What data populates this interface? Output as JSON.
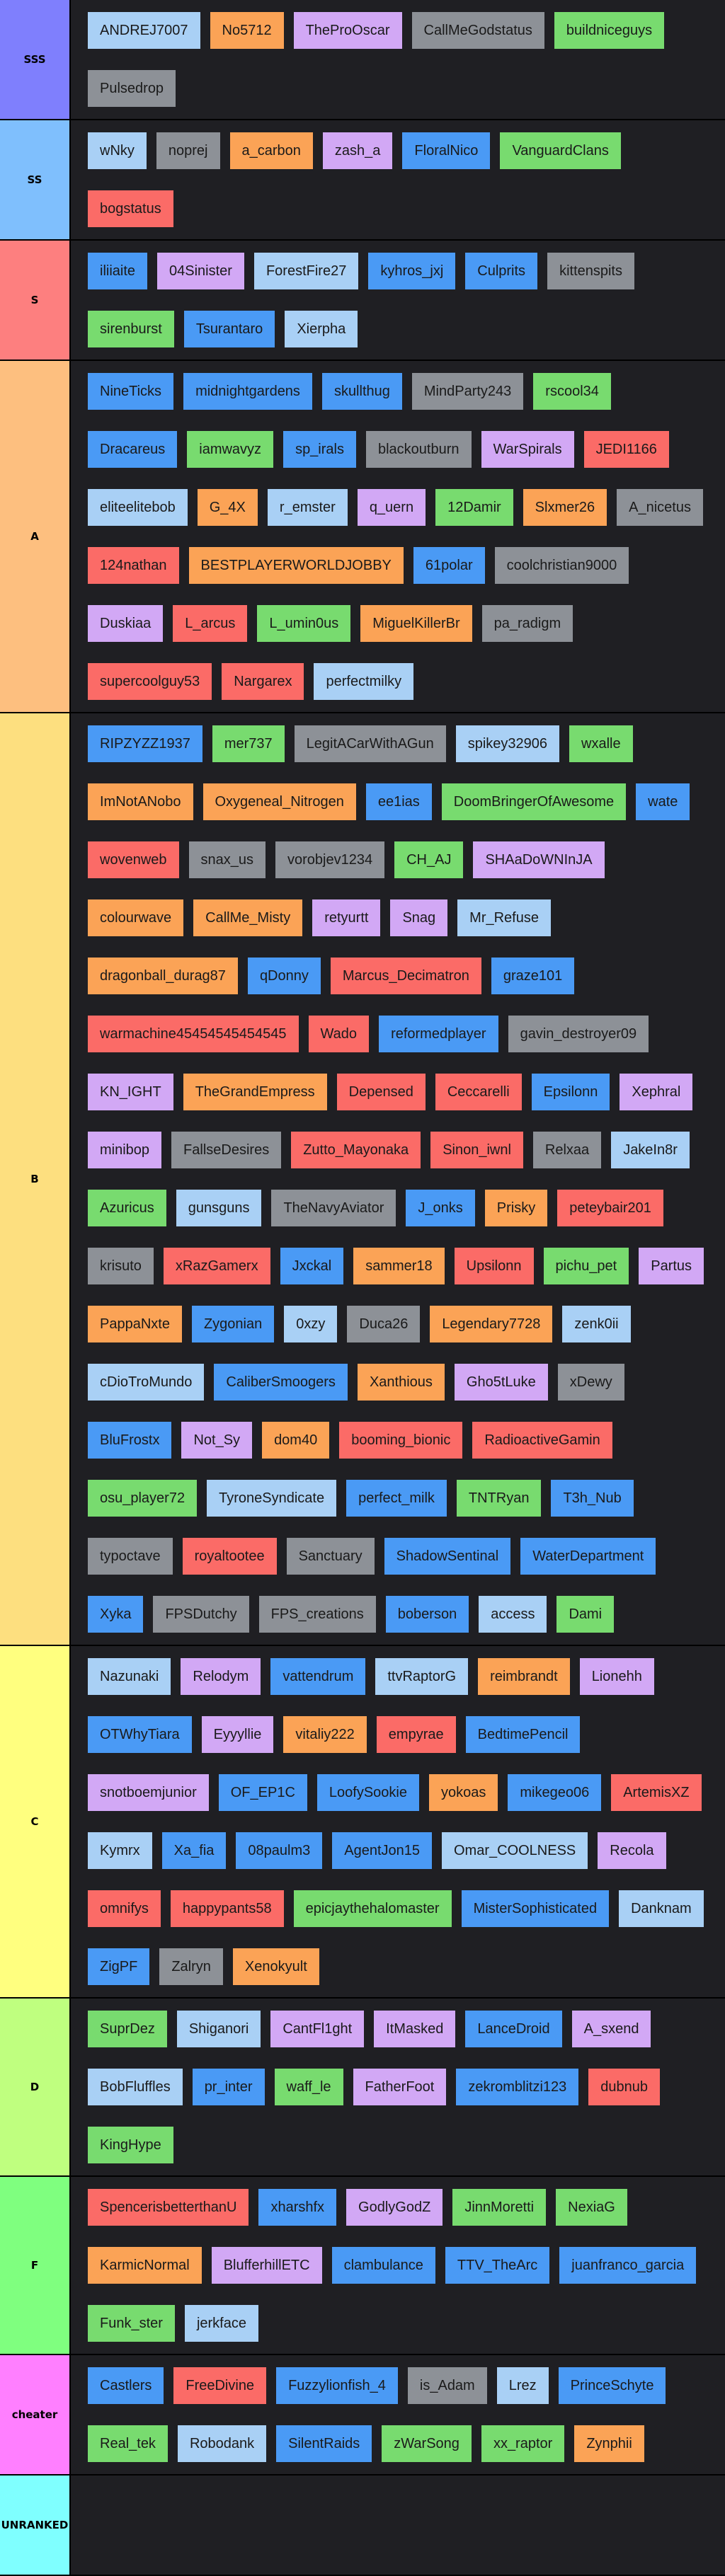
{
  "colors": {
    "blue": "#4a9af5",
    "lightblue": "#a9d0f5",
    "orange": "#fba356",
    "purple": "#d2a8f5",
    "gray": "#8d9197",
    "green": "#78db6f",
    "red": "#fb6b67"
  },
  "tiers": [
    {
      "label": "SSS",
      "color": "#7f7ffd",
      "items": [
        {
          "text": "ANDREJ7007",
          "color": "lightblue"
        },
        {
          "text": "No5712",
          "color": "orange"
        },
        {
          "text": "TheProOscar",
          "color": "purple"
        },
        {
          "text": "CallMeGodstatus",
          "color": "gray"
        },
        {
          "text": "buildniceguys",
          "color": "green"
        },
        {
          "text": "Pulsedrop",
          "color": "gray"
        }
      ]
    },
    {
      "label": "SS",
      "color": "#7fbffd",
      "items": [
        {
          "text": "wNky",
          "color": "lightblue"
        },
        {
          "text": "noprej",
          "color": "gray"
        },
        {
          "text": "a_carbon",
          "color": "orange"
        },
        {
          "text": "zash_a",
          "color": "purple"
        },
        {
          "text": "FloralNico",
          "color": "blue"
        },
        {
          "text": "VanguardClans",
          "color": "green"
        },
        {
          "text": "bogstatus",
          "color": "red"
        }
      ]
    },
    {
      "label": "S",
      "color": "#fd7f7f",
      "items": [
        {
          "text": "iliiaite",
          "color": "blue"
        },
        {
          "text": "04Sinister",
          "color": "purple"
        },
        {
          "text": "ForestFire27",
          "color": "lightblue"
        },
        {
          "text": "kyhros_jxj",
          "color": "blue"
        },
        {
          "text": "Culprits",
          "color": "blue"
        },
        {
          "text": "kittenspits",
          "color": "gray"
        },
        {
          "text": "sirenburst",
          "color": "green"
        },
        {
          "text": "Tsurantaro",
          "color": "blue"
        },
        {
          "text": "Xierpha",
          "color": "lightblue"
        }
      ]
    },
    {
      "label": "A",
      "color": "#fdbf7f",
      "items": [
        {
          "text": "NineTicks",
          "color": "blue"
        },
        {
          "text": "midnightgardens",
          "color": "blue"
        },
        {
          "text": "skullthug",
          "color": "blue"
        },
        {
          "text": "MindParty243",
          "color": "gray"
        },
        {
          "text": "rscool34",
          "color": "green"
        },
        {
          "text": "Dracareus",
          "color": "blue"
        },
        {
          "text": "iamwavyz",
          "color": "green"
        },
        {
          "text": "sp_irals",
          "color": "blue"
        },
        {
          "text": "blackoutburn",
          "color": "gray"
        },
        {
          "text": "WarSpirals",
          "color": "purple"
        },
        {
          "text": "JEDI1166",
          "color": "red"
        },
        {
          "text": "eliteelitebob",
          "color": "lightblue"
        },
        {
          "text": "G_4X",
          "color": "orange"
        },
        {
          "text": "r_emster",
          "color": "lightblue"
        },
        {
          "text": "q_uern",
          "color": "purple"
        },
        {
          "text": "12Damir",
          "color": "green"
        },
        {
          "text": "Slxmer26",
          "color": "orange"
        },
        {
          "text": "A_nicetus",
          "color": "gray"
        },
        {
          "text": "124nathan",
          "color": "red"
        },
        {
          "text": "BESTPLAYERWORLDJOBBY",
          "color": "orange"
        },
        {
          "text": "61polar",
          "color": "blue"
        },
        {
          "text": "coolchristian9000",
          "color": "gray"
        },
        {
          "text": "Duskiaa",
          "color": "purple"
        },
        {
          "text": "L_arcus",
          "color": "red"
        },
        {
          "text": "L_umin0us",
          "color": "green"
        },
        {
          "text": "MiguelKillerBr",
          "color": "orange"
        },
        {
          "text": "pa_radigm",
          "color": "gray"
        },
        {
          "text": "supercoolguy53",
          "color": "red"
        },
        {
          "text": "Nargarex",
          "color": "red"
        },
        {
          "text": "perfectmilky",
          "color": "lightblue"
        }
      ]
    },
    {
      "label": "B",
      "color": "#fddf7f",
      "items": [
        {
          "text": "RIPZYZZ1937",
          "color": "blue"
        },
        {
          "text": "mer737",
          "color": "green"
        },
        {
          "text": "LegitACarWithAGun",
          "color": "gray"
        },
        {
          "text": "spikey32906",
          "color": "lightblue"
        },
        {
          "text": "wxalle",
          "color": "green"
        },
        {
          "text": "ImNotANobo",
          "color": "orange"
        },
        {
          "text": "Oxygeneal_Nitrogen",
          "color": "orange"
        },
        {
          "text": "ee1ias",
          "color": "blue"
        },
        {
          "text": "DoomBringerOfAwesome",
          "color": "green"
        },
        {
          "text": "wate",
          "color": "blue"
        },
        {
          "text": "wovenweb",
          "color": "red"
        },
        {
          "text": "snax_us",
          "color": "gray"
        },
        {
          "text": "vorobjev1234",
          "color": "gray"
        },
        {
          "text": "CH_AJ",
          "color": "green"
        },
        {
          "text": "SHAaDoWNInJA",
          "color": "purple"
        },
        {
          "text": "colourwave",
          "color": "orange"
        },
        {
          "text": "CallMe_Misty",
          "color": "orange"
        },
        {
          "text": "retyurtt",
          "color": "purple"
        },
        {
          "text": "Snag",
          "color": "purple"
        },
        {
          "text": "Mr_Refuse",
          "color": "lightblue"
        },
        {
          "text": "dragonball_durag87",
          "color": "orange"
        },
        {
          "text": "qDonny",
          "color": "blue"
        },
        {
          "text": "Marcus_Decimatron",
          "color": "red"
        },
        {
          "text": "graze101",
          "color": "blue"
        },
        {
          "text": "warmachine45454545454545",
          "color": "red"
        },
        {
          "text": "Wado",
          "color": "red"
        },
        {
          "text": "reformedplayer",
          "color": "blue"
        },
        {
          "text": "gavin_destroyer09",
          "color": "gray"
        },
        {
          "text": "KN_IGHT",
          "color": "purple"
        },
        {
          "text": "TheGrandEmpress",
          "color": "orange"
        },
        {
          "text": "Depensed",
          "color": "red"
        },
        {
          "text": "Ceccarelli",
          "color": "red"
        },
        {
          "text": "Epsilonn",
          "color": "blue"
        },
        {
          "text": "Xephral",
          "color": "purple"
        },
        {
          "text": "minibop",
          "color": "purple"
        },
        {
          "text": "FallseDesires",
          "color": "gray"
        },
        {
          "text": "Zutto_Mayonaka",
          "color": "red"
        },
        {
          "text": "Sinon_iwnl",
          "color": "red"
        },
        {
          "text": "Relxaa",
          "color": "gray"
        },
        {
          "text": "JakeIn8r",
          "color": "lightblue"
        },
        {
          "text": "Azuricus",
          "color": "green"
        },
        {
          "text": "gunsguns",
          "color": "lightblue"
        },
        {
          "text": "TheNavyAviator",
          "color": "gray"
        },
        {
          "text": "J_onks",
          "color": "blue"
        },
        {
          "text": "Prisky",
          "color": "orange"
        },
        {
          "text": "peteybair201",
          "color": "red"
        },
        {
          "text": "krisuto",
          "color": "gray"
        },
        {
          "text": "xRazGamerx",
          "color": "red"
        },
        {
          "text": "Jxckal",
          "color": "blue"
        },
        {
          "text": "sammer18",
          "color": "orange"
        },
        {
          "text": "Upsilonn",
          "color": "red"
        },
        {
          "text": "pichu_pet",
          "color": "green"
        },
        {
          "text": "Partus",
          "color": "purple"
        },
        {
          "text": "PappaNxte",
          "color": "orange"
        },
        {
          "text": "Zygonian",
          "color": "blue"
        },
        {
          "text": "0xzy",
          "color": "lightblue"
        },
        {
          "text": "Duca26",
          "color": "gray"
        },
        {
          "text": "Legendary7728",
          "color": "orange"
        },
        {
          "text": "zenk0ii",
          "color": "lightblue"
        },
        {
          "text": "cDioTroMundo",
          "color": "lightblue"
        },
        {
          "text": "CaliberSmoogers",
          "color": "blue"
        },
        {
          "text": "Xanthious",
          "color": "orange"
        },
        {
          "text": "Gho5tLuke",
          "color": "purple"
        },
        {
          "text": "xDewy",
          "color": "gray"
        },
        {
          "text": "BluFrostx",
          "color": "blue"
        },
        {
          "text": "Not_Sy",
          "color": "purple"
        },
        {
          "text": "dom40",
          "color": "orange"
        },
        {
          "text": "booming_bionic",
          "color": "red"
        },
        {
          "text": "RadioactiveGamin",
          "color": "red"
        },
        {
          "text": "osu_player72",
          "color": "green"
        },
        {
          "text": "TyroneSyndicate",
          "color": "lightblue"
        },
        {
          "text": "perfect_milk",
          "color": "blue"
        },
        {
          "text": "TNTRyan",
          "color": "green"
        },
        {
          "text": "T3h_Nub",
          "color": "blue"
        },
        {
          "text": "typoctave",
          "color": "gray"
        },
        {
          "text": "royaltootee",
          "color": "red"
        },
        {
          "text": "Sanctuary",
          "color": "gray"
        },
        {
          "text": "ShadowSentinal",
          "color": "blue"
        },
        {
          "text": "WaterDepartment",
          "color": "blue"
        },
        {
          "text": "Xyka",
          "color": "blue"
        },
        {
          "text": "FPSDutchy",
          "color": "gray"
        },
        {
          "text": "FPS_creations",
          "color": "gray"
        },
        {
          "text": "boberson",
          "color": "blue"
        },
        {
          "text": "access",
          "color": "lightblue"
        },
        {
          "text": "Dami",
          "color": "green"
        }
      ]
    },
    {
      "label": "C",
      "color": "#ffff7f",
      "items": [
        {
          "text": "Nazunaki",
          "color": "lightblue"
        },
        {
          "text": "Relodym",
          "color": "purple"
        },
        {
          "text": "vattendrum",
          "color": "blue"
        },
        {
          "text": "ttvRaptorG",
          "color": "lightblue"
        },
        {
          "text": "reimbrandt",
          "color": "orange"
        },
        {
          "text": "Lionehh",
          "color": "purple"
        },
        {
          "text": "OTWhyTiara",
          "color": "blue"
        },
        {
          "text": "Eyyyllie",
          "color": "purple"
        },
        {
          "text": "vitaliy222",
          "color": "orange"
        },
        {
          "text": "empyrae",
          "color": "red"
        },
        {
          "text": "BedtimePencil",
          "color": "blue"
        },
        {
          "text": "snotboemjunior",
          "color": "purple"
        },
        {
          "text": "OF_EP1C",
          "color": "blue"
        },
        {
          "text": "LoofySookie",
          "color": "blue"
        },
        {
          "text": "yokoas",
          "color": "orange"
        },
        {
          "text": "mikegeo06",
          "color": "blue"
        },
        {
          "text": "ArtemisXZ",
          "color": "red"
        },
        {
          "text": "Kymrx",
          "color": "lightblue"
        },
        {
          "text": "Xa_fia",
          "color": "blue"
        },
        {
          "text": "08paulm3",
          "color": "blue"
        },
        {
          "text": "AgentJon15",
          "color": "blue"
        },
        {
          "text": "Omar_COOLNESS",
          "color": "lightblue"
        },
        {
          "text": "Recola",
          "color": "purple"
        },
        {
          "text": "omnifys",
          "color": "red"
        },
        {
          "text": "happypants58",
          "color": "red"
        },
        {
          "text": "epicjaythehalomaster",
          "color": "green"
        },
        {
          "text": "MisterSophisticated",
          "color": "blue"
        },
        {
          "text": "Danknam",
          "color": "lightblue"
        },
        {
          "text": "ZigPF",
          "color": "blue"
        },
        {
          "text": "Zalryn",
          "color": "gray"
        },
        {
          "text": "Xenokyult",
          "color": "orange"
        }
      ]
    },
    {
      "label": "D",
      "color": "#bfff7f",
      "items": [
        {
          "text": "SuprDez",
          "color": "green"
        },
        {
          "text": "Shiganori",
          "color": "lightblue"
        },
        {
          "text": "CantFl1ght",
          "color": "purple"
        },
        {
          "text": "ItMasked",
          "color": "purple"
        },
        {
          "text": "LanceDroid",
          "color": "blue"
        },
        {
          "text": "A_sxend",
          "color": "purple"
        },
        {
          "text": "BobFluffles",
          "color": "lightblue"
        },
        {
          "text": "pr_inter",
          "color": "blue"
        },
        {
          "text": "waff_le",
          "color": "green"
        },
        {
          "text": "FatherFoot",
          "color": "purple"
        },
        {
          "text": "zekromblitzi123",
          "color": "blue"
        },
        {
          "text": "dubnub",
          "color": "red"
        },
        {
          "text": "KingHype",
          "color": "green"
        }
      ]
    },
    {
      "label": "F",
      "color": "#7fff7f",
      "items": [
        {
          "text": "SpencerisbetterthanU",
          "color": "red"
        },
        {
          "text": "xharshfx",
          "color": "blue"
        },
        {
          "text": "GodlyGodZ",
          "color": "purple"
        },
        {
          "text": "JinnMoretti",
          "color": "green"
        },
        {
          "text": "NexiaG",
          "color": "green"
        },
        {
          "text": "KarmicNormal",
          "color": "orange"
        },
        {
          "text": "BlufferhillETC",
          "color": "purple"
        },
        {
          "text": "clambulance",
          "color": "blue"
        },
        {
          "text": "TTV_TheArc",
          "color": "blue"
        },
        {
          "text": "juanfranco_garcia",
          "color": "blue"
        },
        {
          "text": "Funk_ster",
          "color": "green"
        },
        {
          "text": "jerkface",
          "color": "lightblue"
        }
      ]
    },
    {
      "label": "cheater",
      "color": "#ff7fff",
      "items": [
        {
          "text": "Castlers",
          "color": "blue"
        },
        {
          "text": "FreeDivine",
          "color": "red"
        },
        {
          "text": "Fuzzylionfish_4",
          "color": "blue"
        },
        {
          "text": "is_Adam",
          "color": "gray"
        },
        {
          "text": "Lrez",
          "color": "lightblue"
        },
        {
          "text": "PrinceSchyte",
          "color": "blue"
        },
        {
          "text": "Real_tek",
          "color": "green"
        },
        {
          "text": "Robodank",
          "color": "lightblue"
        },
        {
          "text": "SilentRaids",
          "color": "blue"
        },
        {
          "text": "zWarSong",
          "color": "green"
        },
        {
          "text": "xx_raptor",
          "color": "green"
        },
        {
          "text": "Zynphii",
          "color": "orange"
        }
      ]
    },
    {
      "label": "UNRANKED",
      "color": "#7fffff",
      "items": []
    }
  ]
}
